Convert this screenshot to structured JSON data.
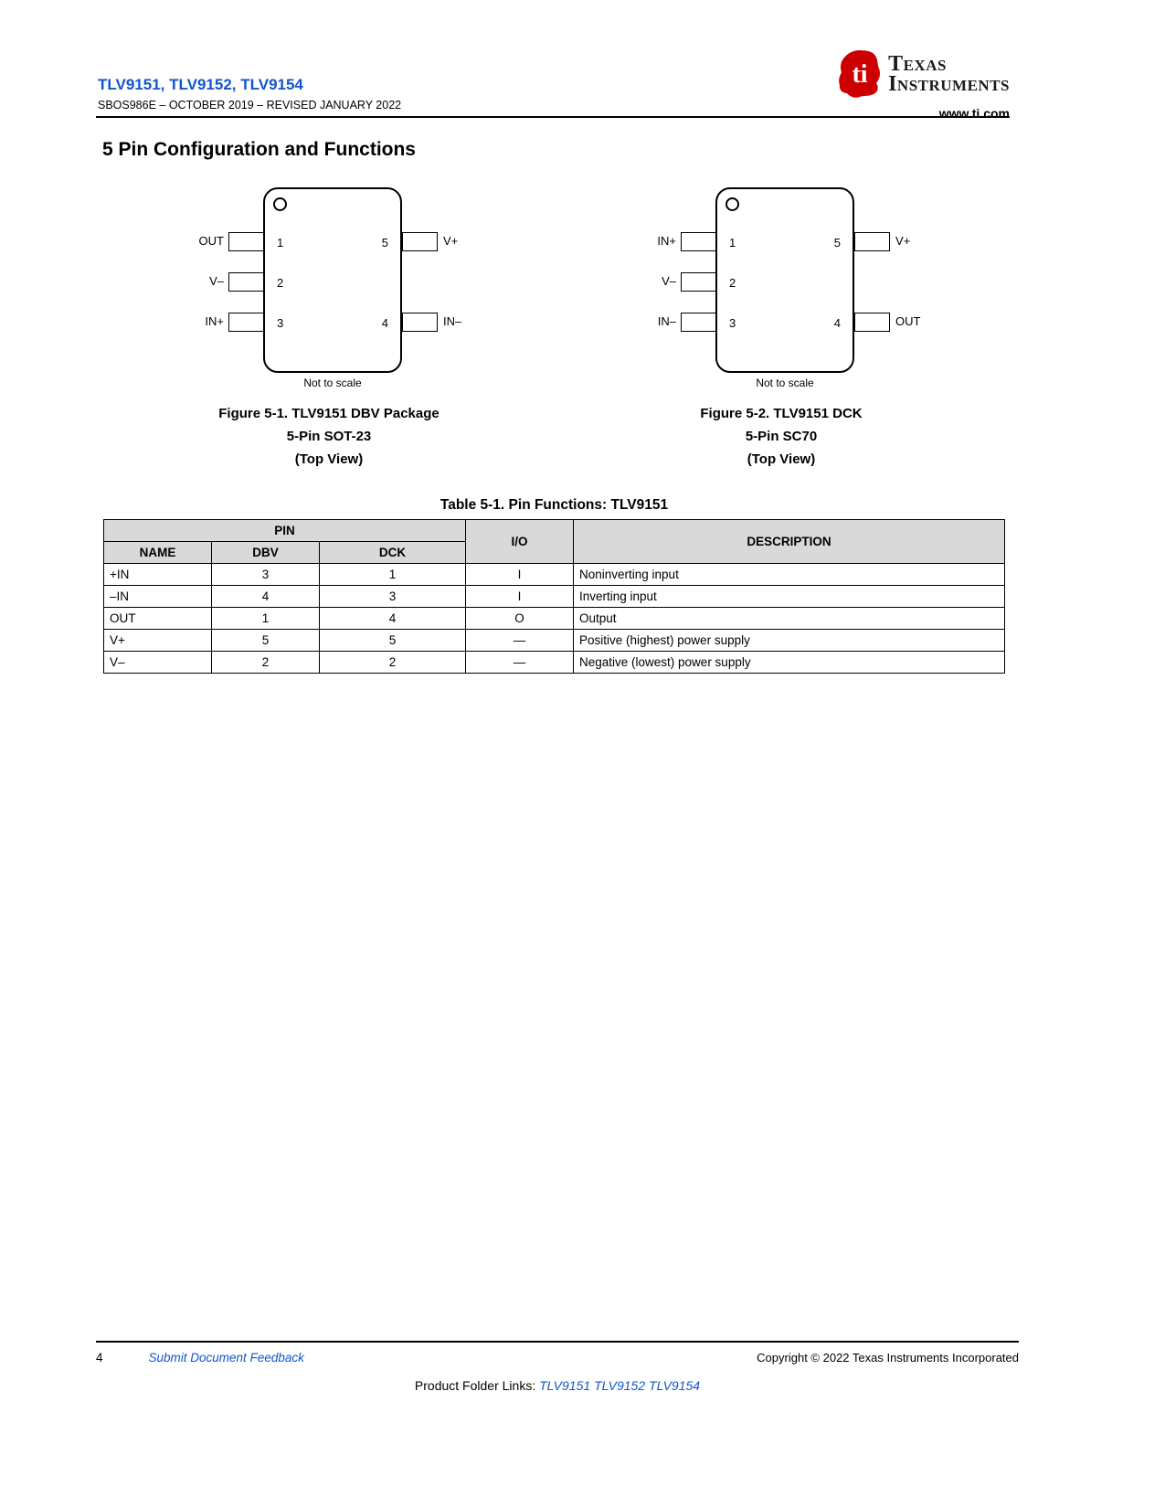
{
  "header": {
    "part_numbers": "TLV9151, TLV9152, TLV9154",
    "doc_info": "SBOS986E – OCTOBER 2019 – REVISED JANUARY 2022",
    "website": "www.ti.com",
    "logo": {
      "brand_line1": "Texas",
      "brand_line2": "Instruments",
      "icon": "ti-bug-icon",
      "color": "#cc0000"
    }
  },
  "section": {
    "title": "5 Pin Configuration and Functions"
  },
  "figures": [
    {
      "not_to_scale": "Not to scale",
      "caption_line1": "Figure 5-1. TLV9151 DBV Package",
      "caption_line2": "5-Pin SOT-23",
      "caption_line3": "(Top View)",
      "pins": {
        "left": [
          {
            "label": "OUT",
            "num": "1"
          },
          {
            "label": "V–",
            "num": "2"
          },
          {
            "label": "IN+",
            "num": "3"
          }
        ],
        "right_top": {
          "label": "V+",
          "num": "5"
        },
        "right_bottom": {
          "label": "IN–",
          "num": "4"
        }
      }
    },
    {
      "not_to_scale": "Not to scale",
      "caption_line1": "Figure 5-2. TLV9151 DCK",
      "caption_line2": "5-Pin SC70",
      "caption_line3": "(Top View)",
      "pins": {
        "left": [
          {
            "label": "IN+",
            "num": "1"
          },
          {
            "label": "V–",
            "num": "2"
          },
          {
            "label": "IN–",
            "num": "3"
          }
        ],
        "right_top": {
          "label": "V+",
          "num": "5"
        },
        "right_bottom": {
          "label": "OUT",
          "num": "4"
        }
      }
    }
  ],
  "table": {
    "title": "Table 5-1. Pin Functions: TLV9151",
    "headers": {
      "pin_group": "PIN",
      "name": "NAME",
      "dbv": "DBV",
      "dck": "DCK",
      "io": "I/O",
      "description": "DESCRIPTION"
    },
    "rows": [
      {
        "name": "+IN",
        "dbv": "3",
        "dck": "1",
        "io": "I",
        "description": "Noninverting input"
      },
      {
        "name": "–IN",
        "dbv": "4",
        "dck": "3",
        "io": "I",
        "description": "Inverting input"
      },
      {
        "name": "OUT",
        "dbv": "1",
        "dck": "4",
        "io": "O",
        "description": "Output"
      },
      {
        "name": "V+",
        "dbv": "5",
        "dck": "5",
        "io": "—",
        "description": "Positive (highest) power supply"
      },
      {
        "name": "V–",
        "dbv": "2",
        "dck": "2",
        "io": "—",
        "description": "Negative (lowest) power supply"
      }
    ]
  },
  "footer": {
    "page_number": "4",
    "feedback_link": "Submit Document Feedback",
    "copyright": "Copyright © 2022 Texas Instruments Incorporated",
    "product_links_label": "Product Folder Links:",
    "product_links": [
      "TLV9151",
      "TLV9152",
      "TLV9154"
    ]
  },
  "colors": {
    "link_blue": "#1155cc",
    "ti_red": "#cc0000",
    "table_header_bg": "#d9d9d9"
  }
}
